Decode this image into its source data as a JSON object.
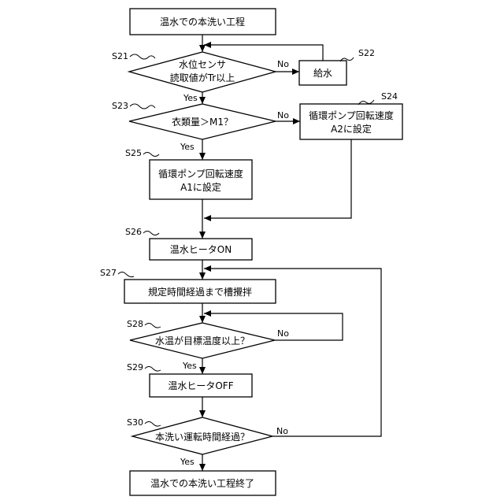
{
  "nodes": {
    "start": "温水での本洗い工程",
    "s21_line1": "水位センサ",
    "s21_line2": "読取値がTr以上",
    "s22": "給水",
    "s23": "衣類量＞M1？",
    "s24_line1": "循環ポンプ回転速度",
    "s24_line2": "A2に設定",
    "s25_line1": "循環ポンプ回転速度",
    "s25_line2": "A1に設定",
    "s26": "温水ヒータON",
    "s27": "規定時間経過まで槽攪拌",
    "s28": "水温が目標温度以上？",
    "s29": "温水ヒータOFF",
    "s30": "本洗い運転時間経過？",
    "end": "温水での本洗い工程終了"
  },
  "steps": {
    "s21": "S21",
    "s22": "S22",
    "s23": "S23",
    "s24": "S24",
    "s25": "S25",
    "s26": "S26",
    "s27": "S27",
    "s28": "S28",
    "s29": "S29",
    "s30": "S30"
  },
  "branches": {
    "yes": "Yes",
    "no": "No"
  }
}
